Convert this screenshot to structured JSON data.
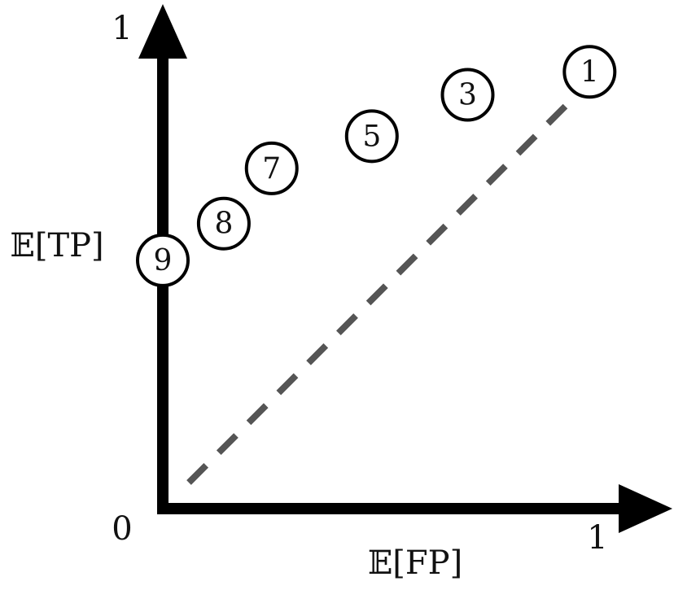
{
  "chart_data": {
    "type": "scatter",
    "title": "",
    "xlabel": "𝔼[FP]",
    "ylabel": "𝔼[TP]",
    "xlim": [
      0,
      1
    ],
    "ylim": [
      0,
      1
    ],
    "x_ticks": [
      "0",
      "1"
    ],
    "y_ticks": [
      "1"
    ],
    "points": [
      {
        "label": "1",
        "x": 0.98,
        "y": 0.95
      },
      {
        "label": "3",
        "x": 0.7,
        "y": 0.9
      },
      {
        "label": "5",
        "x": 0.48,
        "y": 0.81
      },
      {
        "label": "7",
        "x": 0.25,
        "y": 0.74
      },
      {
        "label": "8",
        "x": 0.14,
        "y": 0.62
      },
      {
        "label": "9",
        "x": 0.0,
        "y": 0.54
      }
    ],
    "reference_line": {
      "style": "dashed",
      "color": "#555555",
      "x": [
        0,
        1
      ],
      "y": [
        0,
        1
      ]
    },
    "axis_color": "#000000"
  }
}
